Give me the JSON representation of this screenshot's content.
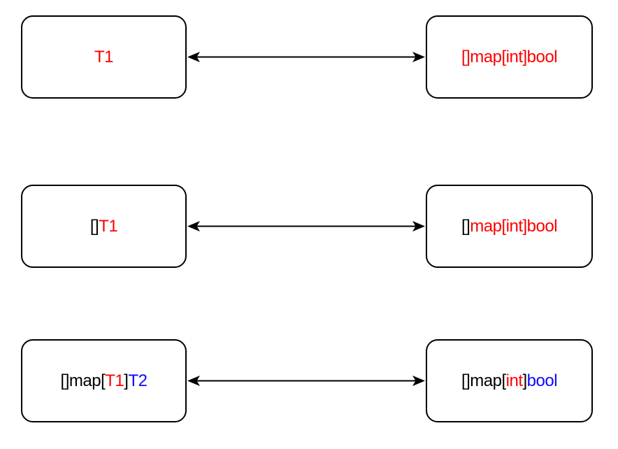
{
  "diagram": {
    "colors": {
      "black": "#000000",
      "red": "#ff0000",
      "blue": "#0a0aff",
      "arrow": "#000000",
      "box_border": "#000000",
      "box_fill": "#ffffff",
      "background": "#ffffff"
    },
    "rows": [
      {
        "connector": "double-headed-arrow",
        "left": {
          "segments": [
            {
              "text": "T1",
              "color": "red"
            }
          ]
        },
        "right": {
          "segments": [
            {
              "text": "[]map[int]bool",
              "color": "red"
            }
          ]
        }
      },
      {
        "connector": "double-headed-arrow",
        "left": {
          "segments": [
            {
              "text": "[]",
              "color": "black"
            },
            {
              "text": "T1",
              "color": "red"
            }
          ]
        },
        "right": {
          "segments": [
            {
              "text": "[]",
              "color": "black"
            },
            {
              "text": "map[int]bool",
              "color": "red"
            }
          ]
        }
      },
      {
        "connector": "double-headed-arrow",
        "left": {
          "segments": [
            {
              "text": "[]map[",
              "color": "black"
            },
            {
              "text": "T1",
              "color": "red"
            },
            {
              "text": "]",
              "color": "black"
            },
            {
              "text": "T2",
              "color": "blue"
            }
          ]
        },
        "right": {
          "segments": [
            {
              "text": "[]map[",
              "color": "black"
            },
            {
              "text": "int",
              "color": "red"
            },
            {
              "text": "]",
              "color": "black"
            },
            {
              "text": "bool",
              "color": "blue"
            }
          ]
        }
      }
    ]
  }
}
